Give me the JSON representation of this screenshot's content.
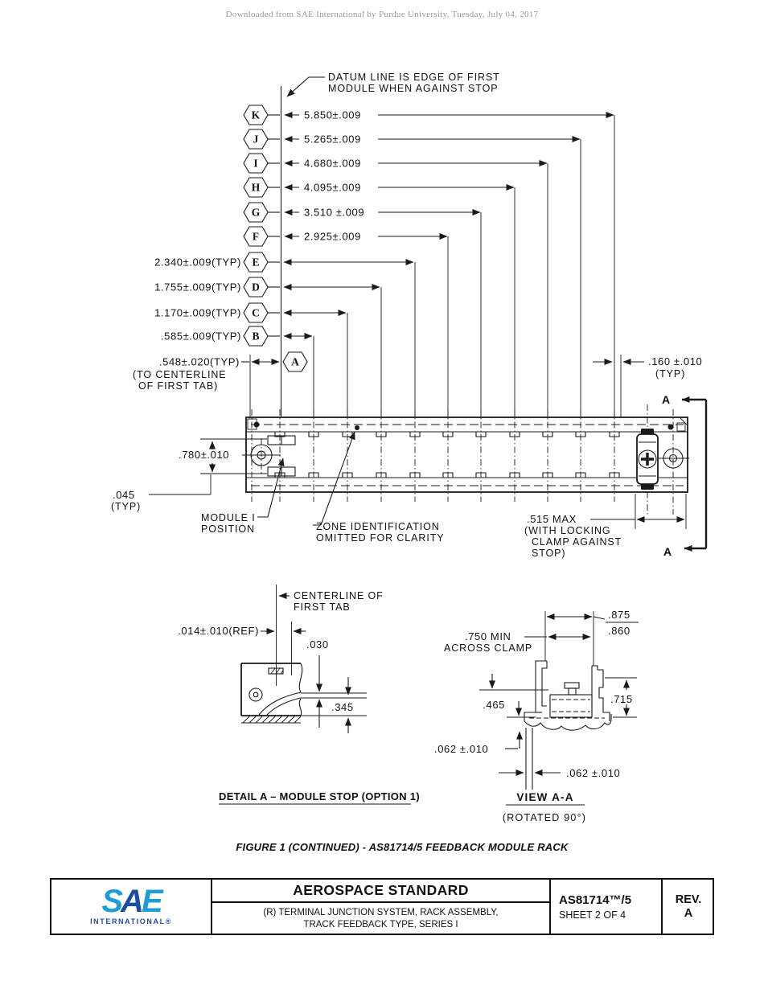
{
  "watermark": "Downloaded from SAE International by Purdue University, Tuesday, July 04, 2017",
  "drawing": {
    "datum_note": [
      "DATUM LINE IS EDGE OF FIRST",
      "MODULE WHEN AGAINST STOP"
    ],
    "zone_dims": [
      {
        "label": "K",
        "value": "5.850±.009"
      },
      {
        "label": "J",
        "value": "5.265±.009"
      },
      {
        "label": "I",
        "value": "4.680±.009"
      },
      {
        "label": "H",
        "value": "4.095±.009"
      },
      {
        "label": "G",
        "value": "3.510 ±.009"
      },
      {
        "label": "F",
        "value": "2.925±.009"
      },
      {
        "label": "E",
        "value": "2.340±.009(TYP)"
      },
      {
        "label": "D",
        "value": "1.755±.009(TYP)"
      },
      {
        "label": "C",
        "value": "1.170±.009(TYP)"
      },
      {
        "label": "B",
        "value": ".585±.009(TYP)"
      },
      {
        "label": "A",
        "value": ".548±.020(TYP)"
      }
    ],
    "dim_548_note": [
      "(TO CENTERLINE",
      "OF FIRST TAB)"
    ],
    "dim_160": [
      ".160 ±.010",
      "(TYP)"
    ],
    "section_label": "A",
    "dim_780": ".780±.010",
    "dim_045": [
      ".045",
      "(TYP)"
    ],
    "module_position": [
      "MODULE I",
      "POSITION"
    ],
    "zone_note": [
      "ZONE IDENTIFICATION",
      "OMITTED FOR CLARITY"
    ],
    "dim_515": [
      ".515 MAX",
      "(WITH LOCKING",
      "CLAMP AGAINST",
      "STOP)"
    ]
  },
  "detail_a": {
    "centerline_note": [
      "CENTERLINE OF",
      "FIRST TAB"
    ],
    "dim_014": ".014±.010(REF)",
    "dim_030": ".030",
    "dim_345": ".345",
    "title": "DETAIL A – MODULE STOP (OPTION 1)"
  },
  "view_aa": {
    "dim_875": ".875",
    "dim_860": ".860",
    "dim_750": [
      ".750 MIN",
      "ACROSS CLAMP"
    ],
    "dim_465": ".465",
    "dim_715": ".715",
    "dim_062_upper": ".062 ±.010",
    "dim_062_lower": ".062 ±.010",
    "title": "VIEW A-A",
    "subtitle": "(ROTATED 90°)"
  },
  "caption": "FIGURE 1 (CONTINUED) - AS81714/5 FEEDBACK MODULE RACK",
  "title_block": {
    "logo_s": "S",
    "logo_a": "A",
    "logo_e": "E",
    "logo_sub": "INTERNATIONAL®",
    "title": "AEROSPACE STANDARD",
    "subtitle_line1": "(R) TERMINAL JUNCTION SYSTEM, RACK ASSEMBLY,",
    "subtitle_line2": "TRACK FEEDBACK TYPE, SERIES I",
    "doc_number": "AS81714™/5",
    "sheet": "SHEET 2 OF 4",
    "rev_label": "REV.",
    "rev_value": "A"
  },
  "colors": {
    "ink": "#1a1a1a",
    "logo_light": "#1E9CD7",
    "logo_dark": "#1B4E9E",
    "watermark": "#9a9a9a"
  }
}
